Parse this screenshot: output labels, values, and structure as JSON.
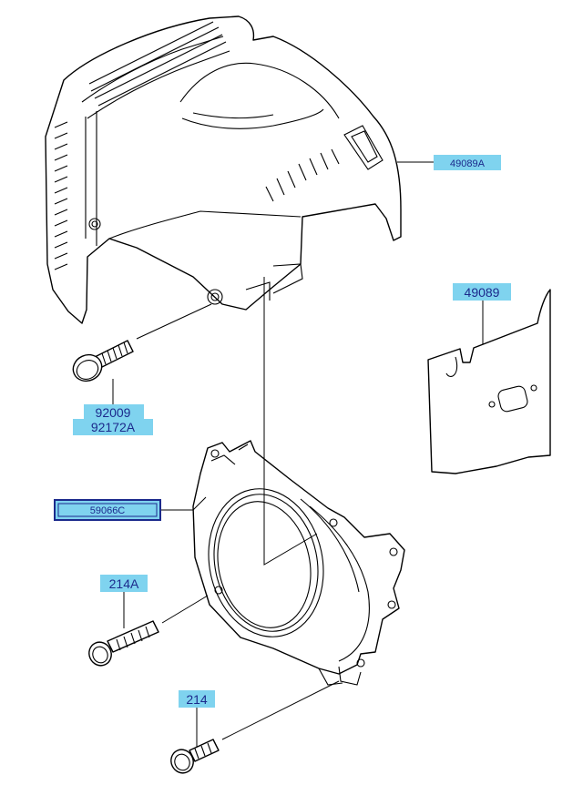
{
  "colors": {
    "label_fill": "#7fd3ef",
    "label_text": "#1c2a8c",
    "line": "#000000"
  },
  "parts": {
    "p49089A": "49089A",
    "p49089": "49089",
    "p92009": "92009",
    "p92172A": "92172A",
    "p59066C": "59066C",
    "p214A": "214A",
    "p214": "214"
  }
}
